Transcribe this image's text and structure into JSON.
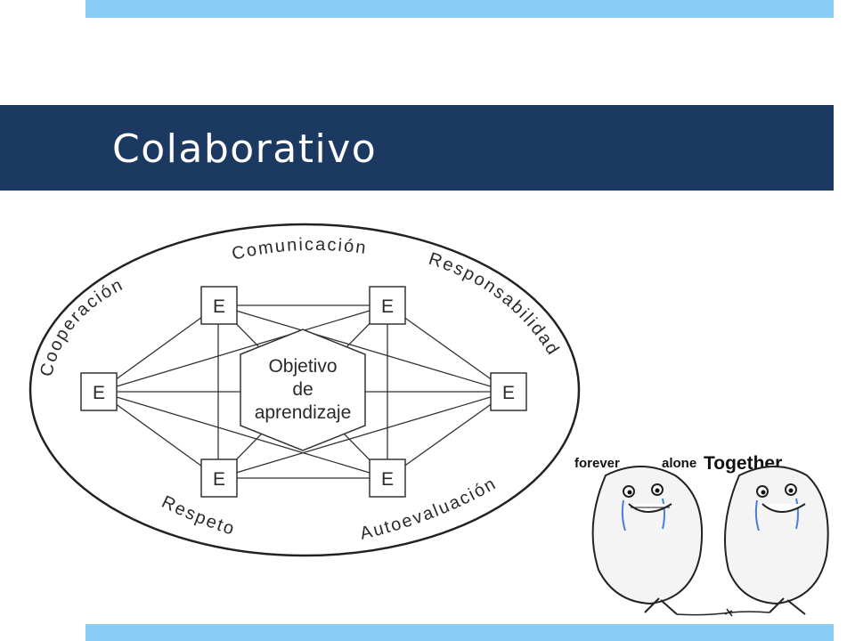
{
  "slide": {
    "title": "Colaborativo",
    "colors": {
      "accent": "#87cdf5",
      "band": "#1c3a61",
      "title_text": "#ffffff"
    }
  },
  "diagram": {
    "center": {
      "lines": [
        "Objetivo",
        "de",
        "aprendizaje"
      ]
    },
    "node_label": "E",
    "values": [
      "Comunicación",
      "Responsabilidad",
      "Autoevaluación",
      "Respeto",
      "Cooperación"
    ]
  },
  "meme": {
    "words": [
      "forever",
      "alone",
      "Together."
    ],
    "icon": "forever-alone-faces"
  }
}
